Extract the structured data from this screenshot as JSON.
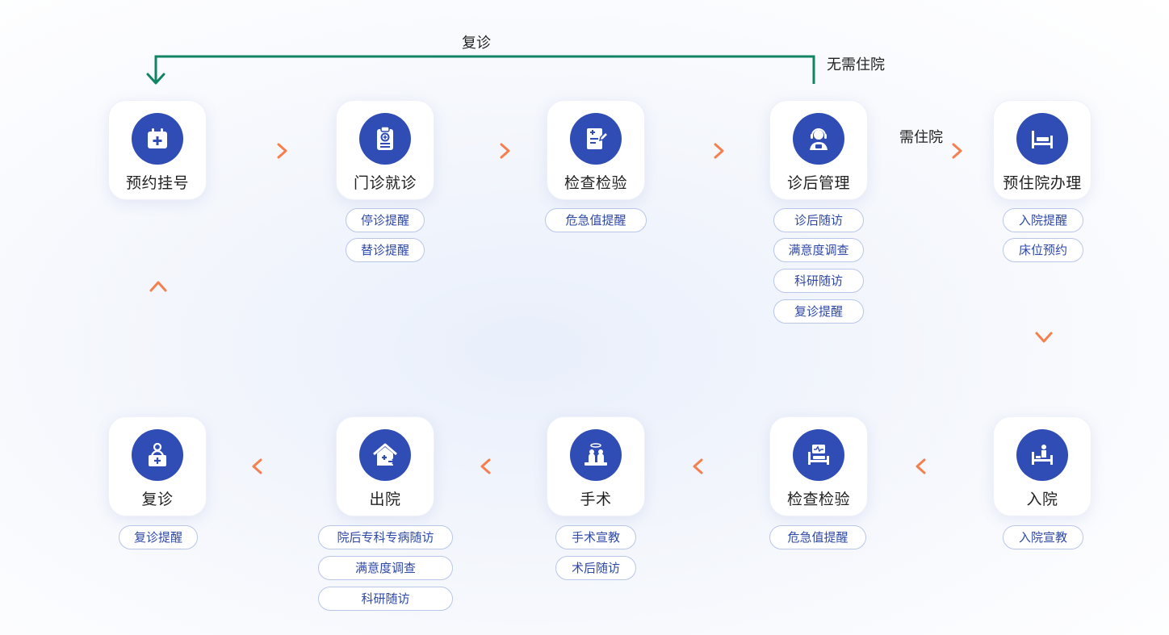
{
  "loop": {
    "revisit": "复诊",
    "no_admission": "无需住院"
  },
  "need_admission": "需住院",
  "colors": {
    "primary": "#2f4db5",
    "arrow": "#f5804e",
    "loop": "#128466"
  },
  "nodes": {
    "appointment": {
      "label": "预约挂号",
      "icon": "calendar-plus-icon"
    },
    "outpatient": {
      "label": "门诊就诊",
      "icon": "clipboard-medical-icon",
      "tags": [
        "停诊提醒",
        "替诊提醒"
      ]
    },
    "examination_top": {
      "label": "检查检验",
      "icon": "medical-report-icon",
      "tags": [
        "危急值提醒"
      ]
    },
    "post_visit": {
      "label": "诊后管理",
      "icon": "doctor-headset-icon",
      "tags": [
        "诊后随访",
        "满意度调查",
        "科研随访",
        "复诊提醒"
      ]
    },
    "pre_admission": {
      "label": "预住院办理",
      "icon": "bed-icon",
      "tags": [
        "入院提醒",
        "床位预约"
      ]
    },
    "admission": {
      "label": "入院",
      "icon": "patient-bed-icon",
      "tags": [
        "入院宣教"
      ]
    },
    "examination_bottom": {
      "label": "检查检验",
      "icon": "monitor-bed-icon",
      "tags": [
        "危急值提醒"
      ]
    },
    "surgery": {
      "label": "手术",
      "icon": "surgery-icon",
      "tags": [
        "手术宣教",
        "术后随访"
      ]
    },
    "discharge": {
      "label": "出院",
      "icon": "home-exit-icon",
      "tags": [
        "院后专科专病随访",
        "满意度调查",
        "科研随访"
      ]
    },
    "revisit": {
      "label": "复诊",
      "icon": "medical-kit-user-icon",
      "tags": [
        "复诊提醒"
      ]
    }
  }
}
